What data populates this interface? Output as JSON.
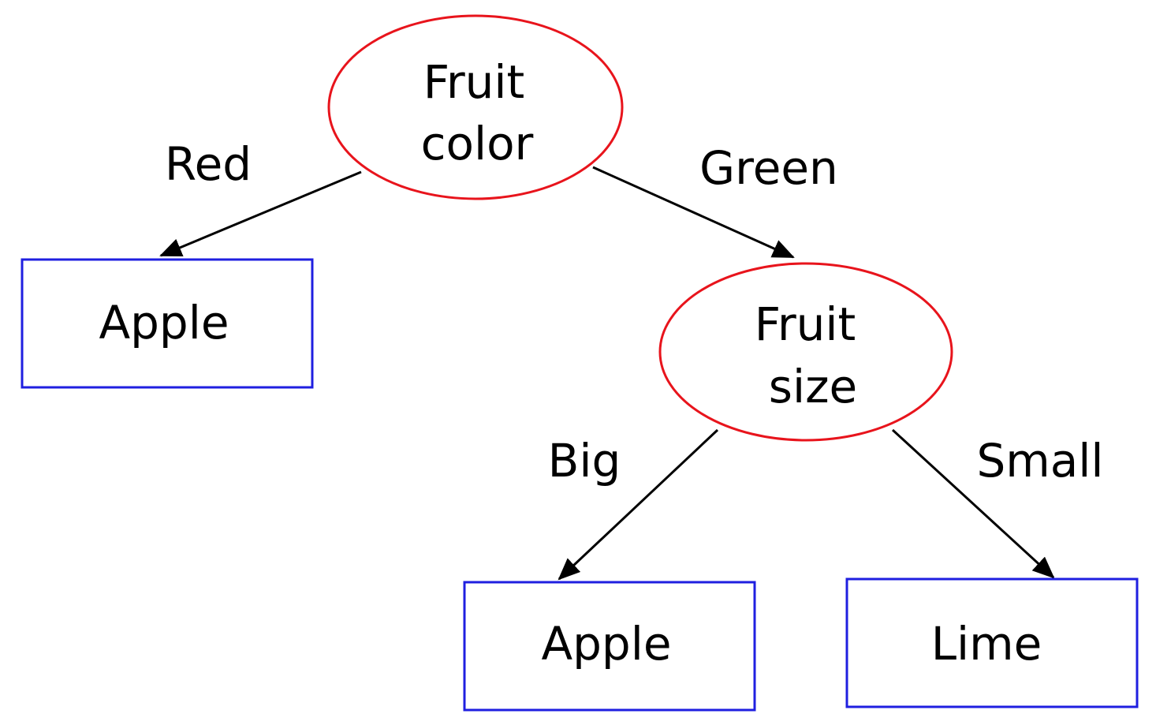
{
  "colors": {
    "decision_stroke": "#e8141c",
    "leaf_stroke": "#1f1fe0",
    "edge": "#000000",
    "text": "#000000"
  },
  "nodes": {
    "fruit_color": {
      "line1": "Fruit",
      "line2": "color"
    },
    "apple_left": {
      "label": "Apple"
    },
    "fruit_size": {
      "line1": "Fruit",
      "line2": "size"
    },
    "apple_bottom": {
      "label": "Apple"
    },
    "lime": {
      "label": "Lime"
    }
  },
  "edges": {
    "red": "Red",
    "green": "Green",
    "big": "Big",
    "small": "Small"
  }
}
